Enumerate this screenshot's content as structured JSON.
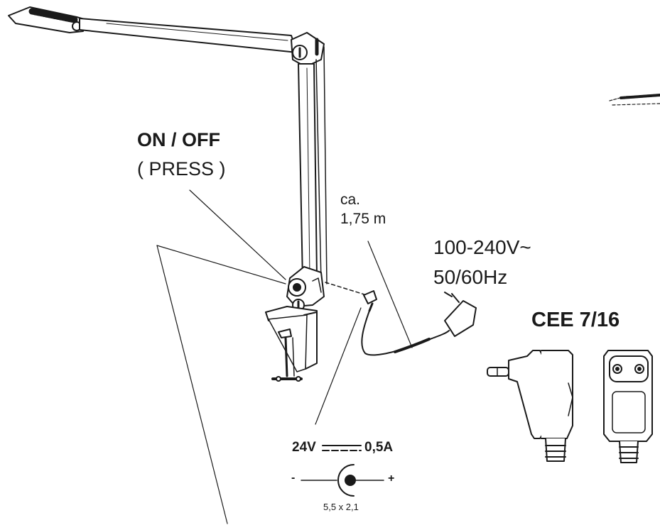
{
  "labels": {
    "on_off": "ON / OFF",
    "press": "( PRESS )",
    "cable_ca": "ca.",
    "cable_length": "1,75 m",
    "voltage_in": "100-240V~",
    "frequency": "50/60Hz",
    "plug_standard": "CEE 7/16",
    "output_voltage": "24V",
    "output_current": "0,5A",
    "polarity_minus": "-",
    "polarity_plus": "+",
    "connector_size": "5,5 x 2,1"
  },
  "icons": {
    "dc_symbol": "direct-current-symbol",
    "polarity": "center-positive-polarity-symbol"
  },
  "colors": {
    "line": "#1a1a1a",
    "background": "#ffffff"
  }
}
